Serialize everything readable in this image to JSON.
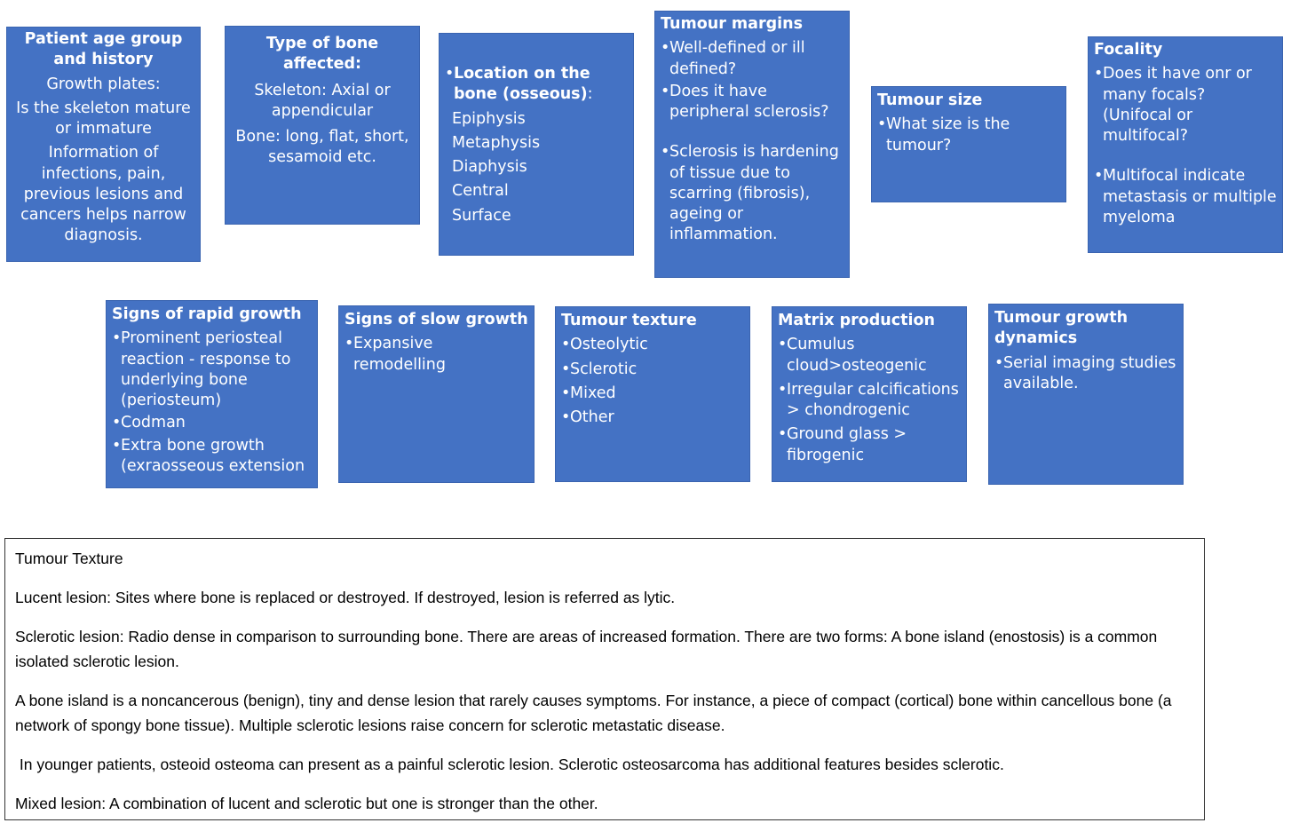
{
  "boxes": {
    "age": {
      "title": "Patient age group and history",
      "lines": [
        "Growth plates:",
        "Is the skeleton mature or immature",
        "Information of infections, pain, previous lesions and cancers helps narrow diagnosis."
      ]
    },
    "bone_type": {
      "title": "Type of bone affected:",
      "lines": [
        "Skeleton: Axial or appendicular",
        "Bone: long, flat, short, sesamoid etc."
      ]
    },
    "location": {
      "title": "Location on the bone (osseous)",
      "title_suffix": ":",
      "items": [
        "Epiphysis",
        "Metaphysis",
        "Diaphysis",
        "Central",
        "Surface"
      ]
    },
    "margins": {
      "title": "Tumour margins",
      "items": [
        "Well-defined or ill defined?",
        "Does it have peripheral sclerosis?",
        "Sclerosis is hardening of tissue due to scarring (fibrosis), ageing or inflammation."
      ]
    },
    "size": {
      "title": "Tumour size",
      "items": [
        "What size is the tumour?"
      ]
    },
    "focality": {
      "title": "Focality",
      "items": [
        "Does it have onr or many focals? (Unifocal or multifocal?",
        "Multifocal indicate metastasis or multiple myeloma"
      ]
    },
    "rapid": {
      "title": "Signs of rapid growth",
      "items": [
        "Prominent periosteal reaction - response to underlying bone (periosteum)",
        "Codman",
        "Extra bone growth (exraosseous extension"
      ]
    },
    "slow": {
      "title": "Signs of slow growth",
      "items": [
        "Expansive remodelling"
      ]
    },
    "texture": {
      "title": "Tumour texture",
      "items": [
        "Osteolytic",
        "Sclerotic",
        "Mixed",
        "Other"
      ]
    },
    "matrix": {
      "title": "Matrix production",
      "items": [
        "Cumulus cloud>osteogenic",
        "Irregular calcifications > chondrogenic",
        "Ground glass > fibrogenic"
      ]
    },
    "dynamics": {
      "title": "Tumour growth dynamics",
      "items": [
        "Serial imaging studies available."
      ]
    }
  },
  "textbox": {
    "heading": "Tumour Texture",
    "paragraphs": [
      "Lucent lesion: Sites where bone is replaced or destroyed. If destroyed, lesion is referred as lytic.",
      "Sclerotic lesion: Radio dense in comparison to surrounding bone. There are areas of increased formation. There are two forms: A bone island (enostosis) is a common isolated sclerotic lesion.",
      "A bone island is a noncancerous (benign), tiny and dense lesion that rarely causes symptoms. For instance, a piece of compact (cortical) bone within cancellous bone (a network of spongy bone tissue). Multiple sclerotic lesions raise concern for sclerotic metastatic disease.",
      " In younger patients, osteoid osteoma can present as a painful sclerotic lesion. Sclerotic osteosarcoma has additional features besides sclerotic.",
      "Mixed lesion: A combination of lucent and sclerotic but one is stronger than the other."
    ]
  },
  "colors": {
    "box_fill": "#4472C4",
    "box_text": "#FFFFFF",
    "textbox_border": "#333333"
  }
}
